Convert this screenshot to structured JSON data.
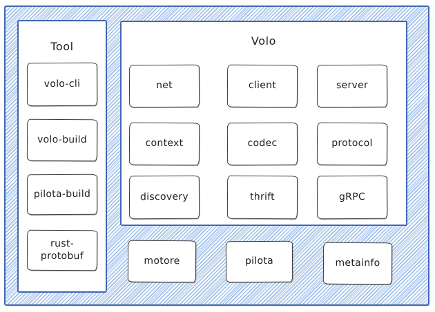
{
  "diagram": {
    "tool_panel": {
      "title": "Tool",
      "items": [
        {
          "label": "volo-cli"
        },
        {
          "label": "volo-build"
        },
        {
          "label": "pilota-build"
        },
        {
          "label": "rust-protobuf"
        }
      ]
    },
    "volo_panel": {
      "title": "Volo",
      "items": [
        {
          "label": "net"
        },
        {
          "label": "client"
        },
        {
          "label": "server"
        },
        {
          "label": "context"
        },
        {
          "label": "codec"
        },
        {
          "label": "protocol"
        },
        {
          "label": "discovery"
        },
        {
          "label": "thrift"
        },
        {
          "label": "gRPC"
        }
      ]
    },
    "bottom_items": [
      {
        "label": "motore"
      },
      {
        "label": "pilota"
      },
      {
        "label": "metainfo"
      }
    ],
    "colors": {
      "frame_border": "#4066b4",
      "hatch_line": "#9ec1ec",
      "box_border": "#3a3a3a",
      "text": "#1e1e1e",
      "panel_bg": "#ffffff"
    }
  }
}
